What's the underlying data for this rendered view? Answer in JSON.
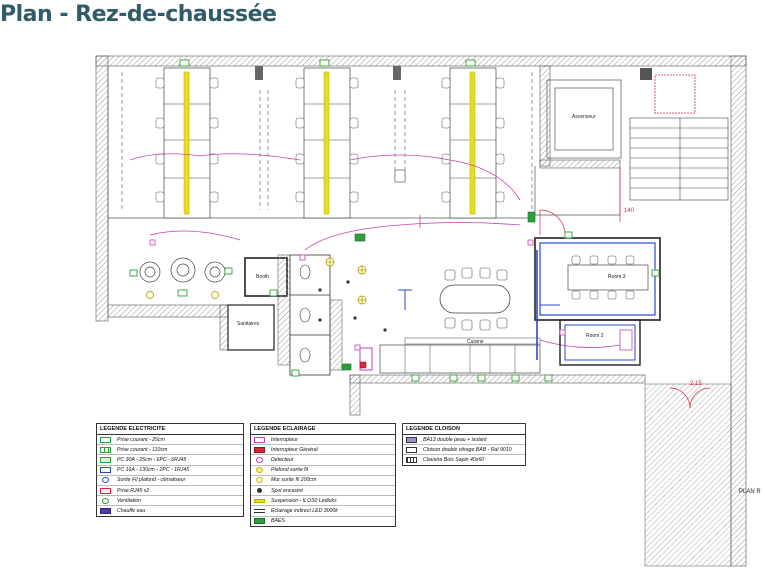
{
  "title": "Plan - Rez-de-chaussée",
  "plan_ref": "PLAN R",
  "room_labels": {
    "ascenseur": "Ascenseur",
    "room_3": "Room 3",
    "room_2": "Room 2",
    "booth": "Booth",
    "sanitaires": "Sanitaires",
    "cuisine": "Cuisine"
  },
  "dimensions": {
    "d1": "140",
    "d2": "2,15"
  },
  "legend_electricite": {
    "title": "LEGENDE ELECTRICITE",
    "items": [
      {
        "label": "Prise courant - 25cm",
        "icon": "socket-low-icon",
        "color": "#2e9e3a"
      },
      {
        "label": "Prise courant - 110cm",
        "icon": "socket-high-icon",
        "color": "#2e9e3a"
      },
      {
        "label": "PC 30A - 25cm - 6PC - 6RJ45",
        "icon": "floor-box-30a-icon",
        "color": "#2e9e3a"
      },
      {
        "label": "PC 16A - 130cm - 2PC - 1RJ45",
        "icon": "floor-box-16a-icon",
        "color": "#2a49c9"
      },
      {
        "label": "Sortie Fil plafond - climatiseur",
        "icon": "ceiling-outlet-icon",
        "color": "#2a49c9"
      },
      {
        "label": "Prise RJ45 x2",
        "icon": "rj45-icon",
        "color": "#d9263e"
      },
      {
        "label": "Ventilation",
        "icon": "ventilation-icon",
        "color": "#2e9e3a"
      },
      {
        "label": "Chauffe eau",
        "icon": "water-heater-icon",
        "color": "#4a3fa0"
      }
    ]
  },
  "legend_eclairage": {
    "title": "LEGENDE ECLAIRAGE",
    "items": [
      {
        "label": "Interrupteur",
        "icon": "switch-icon",
        "color": "#c43fb0"
      },
      {
        "label": "Interrupteur Général",
        "icon": "main-switch-icon",
        "color": "#d9263e"
      },
      {
        "label": "Detecteur",
        "icon": "detector-icon",
        "color": "#c43fb0"
      },
      {
        "label": "Plafond sortie fil",
        "icon": "ceiling-light-icon",
        "color": "#c9b100"
      },
      {
        "label": "Mur sortie fil 200cm",
        "icon": "wall-light-icon",
        "color": "#c9b100"
      },
      {
        "label": "Spot encastré",
        "icon": "spot-icon",
        "color": "#333333"
      },
      {
        "label": "Suspension - ILOS0 Ledluks",
        "icon": "suspension-icon",
        "color": "#e6dc2a"
      },
      {
        "label": "Eclairage indirect LED 3000k",
        "icon": "indirect-led-icon",
        "color": "#333333"
      },
      {
        "label": "BAES",
        "icon": "emergency-light-icon",
        "color": "#2e9e3a"
      }
    ]
  },
  "legend_cloison": {
    "title": "LEGENDE CLOISON",
    "items": [
      {
        "label": "BA13 double peau + isolant",
        "icon": "ba13-wall-icon",
        "color": "#9b8fd6"
      },
      {
        "label": "Cloison double vitrage BAB - Ral 9010",
        "icon": "glass-wall-icon",
        "color": "#ffffff"
      },
      {
        "label": "Claustra Bois Sapin 40x60",
        "icon": "wood-screen-icon",
        "color": "#333333"
      }
    ]
  }
}
